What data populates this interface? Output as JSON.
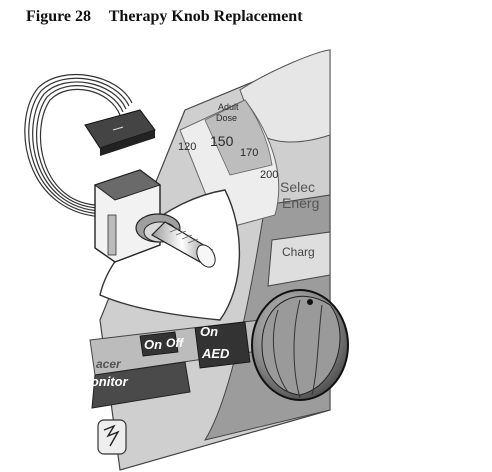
{
  "caption": {
    "figure_number": "Figure 28",
    "title": "Therapy Knob Replacement"
  },
  "dial": {
    "adult_line1": "Adult",
    "adult_line2": "Dose",
    "e120": "120",
    "e150": "150",
    "e170": "170",
    "e200": "200",
    "select_line1": "Selec",
    "select_line2": "Energ",
    "charge": "Charg"
  },
  "modes": {
    "on_left": "On",
    "off": "Off",
    "on_right": "On",
    "aed": "AED",
    "pacer": "acer",
    "monitor": "Monitor"
  },
  "colors": {
    "ink": "#1a1a1a",
    "panel_gray": "#b9b9b9",
    "dark_gray": "#555555"
  }
}
